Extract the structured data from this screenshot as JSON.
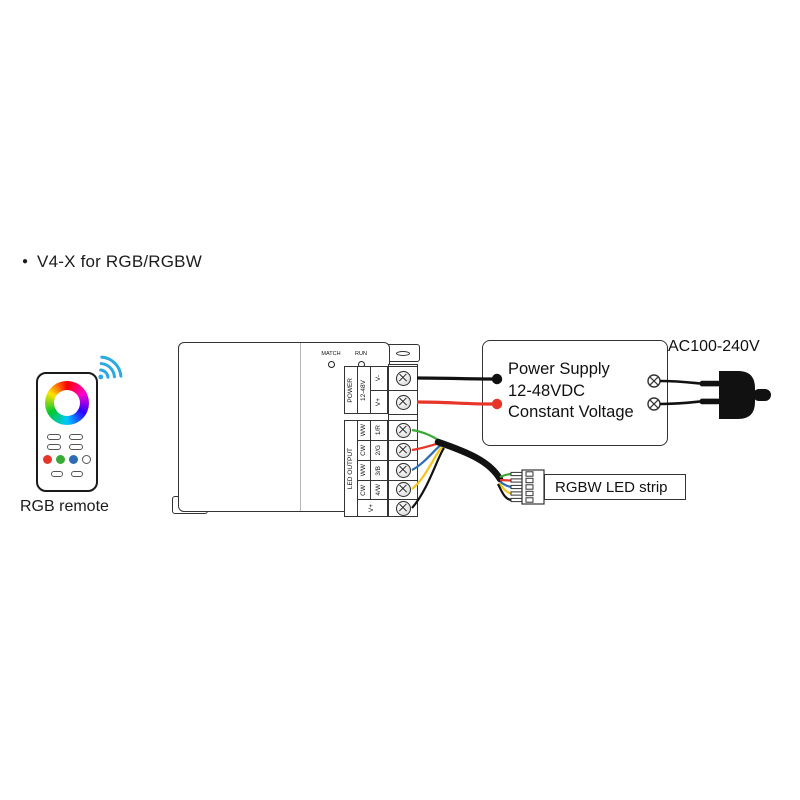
{
  "title": {
    "bullet": "●",
    "text": "V4-X for RGB/RGBW"
  },
  "remote": {
    "label": "RGB remote"
  },
  "controller": {
    "match_label": "MATCH",
    "run_label": "RUN",
    "power": {
      "title": "POWER",
      "voltage": "12-48V",
      "neg": "V-",
      "pos": "V+"
    },
    "output": {
      "title": "LED OUTPUT",
      "cct": [
        "WW",
        "CW",
        "WW",
        "CW"
      ],
      "rgbw": [
        "1/R",
        "2/G",
        "3/B",
        "4/W"
      ],
      "vplus": "V+"
    }
  },
  "supply": {
    "line1": "Power Supply",
    "line2": "12-48VDC",
    "line3": "Constant Voltage"
  },
  "ac": {
    "label": "AC100-240V"
  },
  "strip": {
    "label": "RGBW LED strip"
  },
  "colors": {
    "black": "#111111",
    "red": "#E8352A",
    "green": "#3AAA35",
    "blue": "#2E6DB4",
    "yellow": "#F5C51C",
    "wifi": "#2BA9E1"
  }
}
